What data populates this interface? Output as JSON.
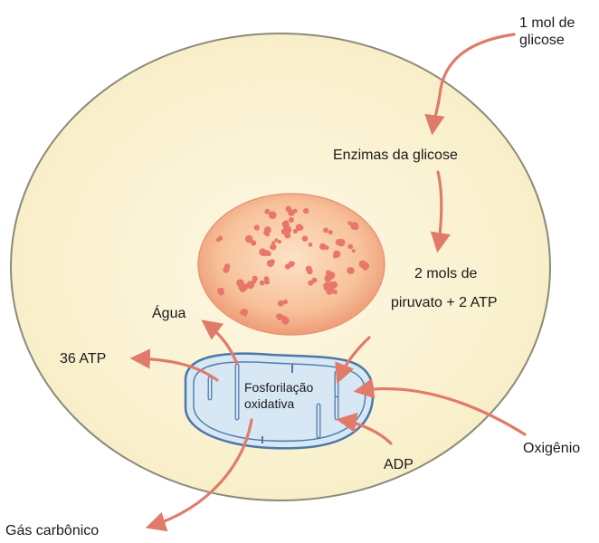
{
  "labels": {
    "glucose_line1": "1 mol de",
    "glucose_line2": "glicose",
    "enzymes": "Enzimas da glicose",
    "pyruvate_line1": "2 mols de",
    "pyruvate_line2": "piruvato + 2 ATP",
    "water": "Água",
    "atp36": "36 ATP",
    "phosphorylation_line1": "Fosforilação",
    "phosphorylation_line2": "oxidativa",
    "oxygen": "Oxigênio",
    "adp": "ADP",
    "co2": "Gás carbônico"
  },
  "colors": {
    "cell_fill": "#fbf3d4",
    "cell_stroke": "#8c8a7a",
    "nucleus_fill": "#f6b98f",
    "nucleus_spots": "#e9766a",
    "mito_fill": "#d7e7f4",
    "mito_stroke": "#4a78a8",
    "arrow": "#e07b6a"
  }
}
